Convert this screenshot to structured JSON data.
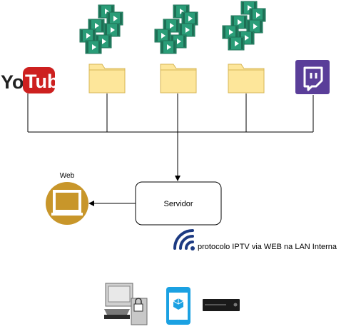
{
  "sources": {
    "youtube": {
      "text_you": "You",
      "text_tube": "Tube"
    }
  },
  "web": {
    "label": "Web"
  },
  "server": {
    "label": "Servidor"
  },
  "protocol": {
    "label": "protocolo IPTV via WEB na LAN Interna"
  },
  "colors": {
    "video_tile": "#2a9d78",
    "video_tile_dark": "#1e6f55",
    "folder": "#fde69a",
    "folder_edge": "#d6b656",
    "youtube_red": "#cd201f",
    "twitch_purple": "#5a3e99",
    "web_gold": "#c8962a",
    "wifi_navy": "#1c3a82",
    "phone_blue": "#1ba1e2",
    "console_black": "#1a1a1a"
  },
  "icons": [
    "video-stack-icon",
    "folder-icon",
    "youtube-logo",
    "twitch-icon",
    "monitor-icon",
    "wifi-icon",
    "desktop-pc-icon",
    "smartphone-icon",
    "game-console-icon"
  ]
}
